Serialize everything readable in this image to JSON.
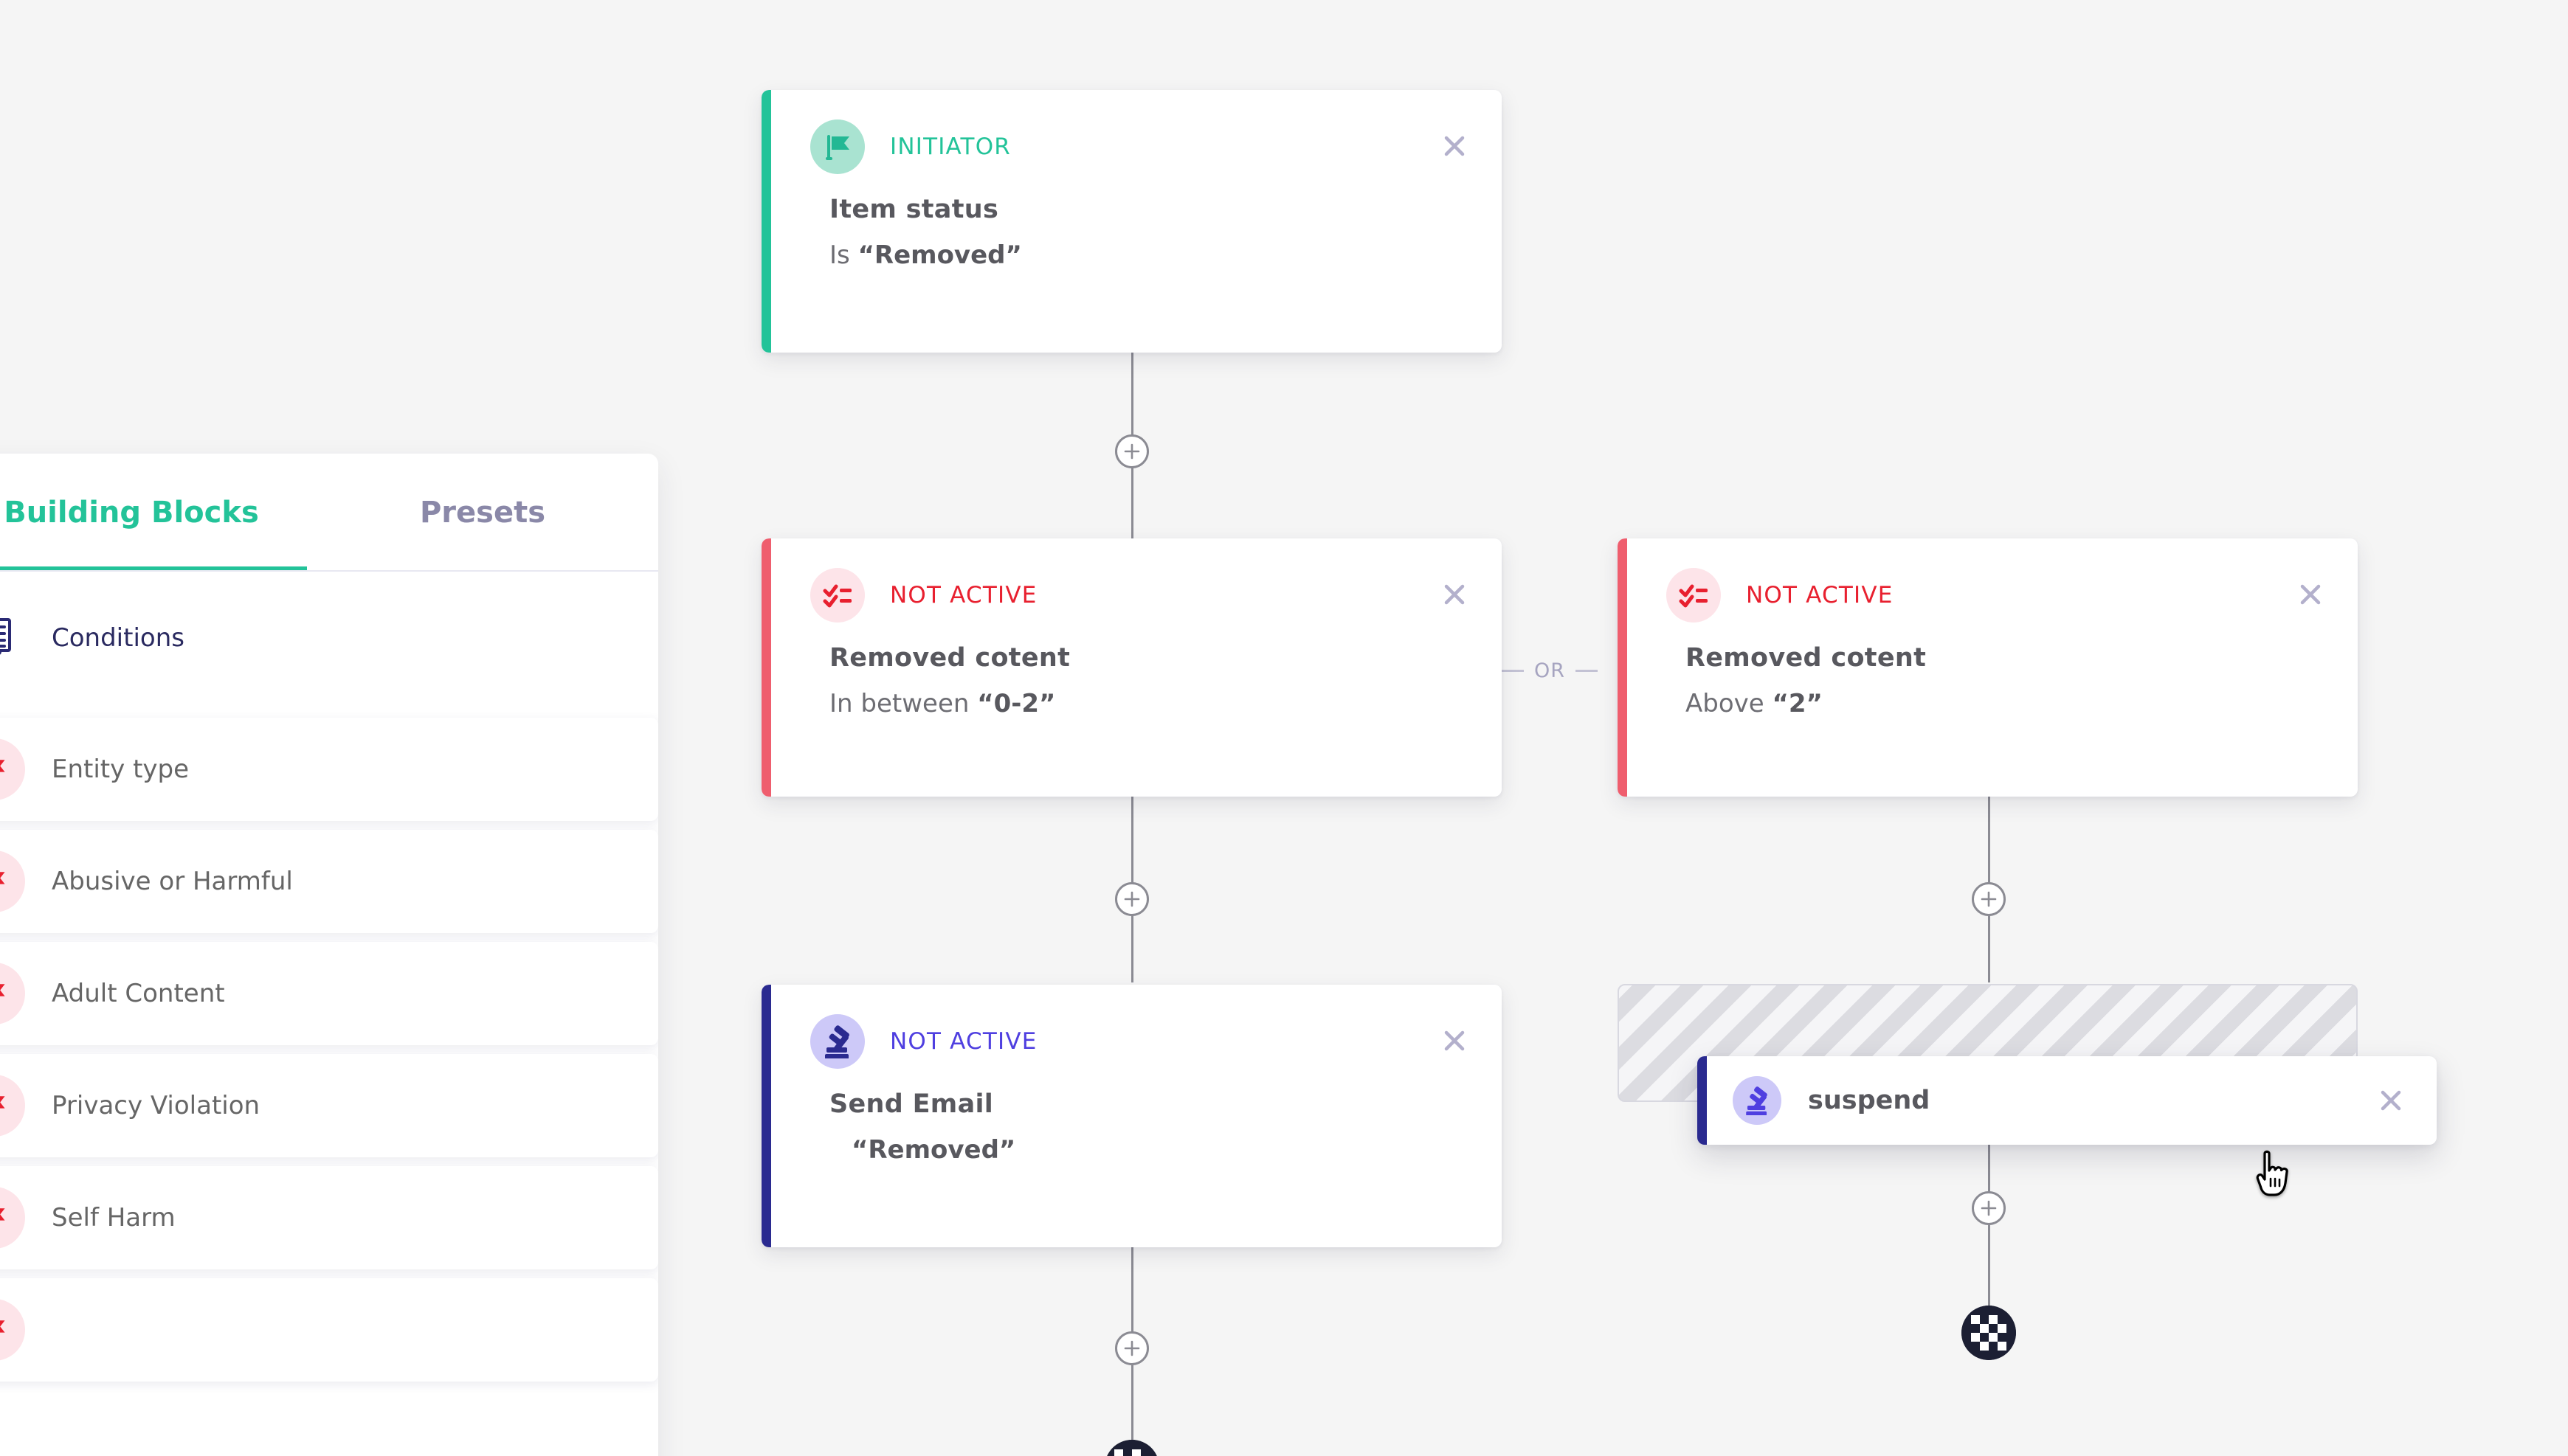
{
  "sidebar": {
    "tabs": [
      {
        "label": "Building Blocks",
        "active": true
      },
      {
        "label": "Presets",
        "active": false
      }
    ],
    "section": {
      "label": "Conditions",
      "icon": "documents-list-icon"
    },
    "items": [
      {
        "label": "Entity type",
        "icon": "red-flag-icon"
      },
      {
        "label": "Abusive or Harmful",
        "icon": "red-flag-icon"
      },
      {
        "label": "Adult Content",
        "icon": "red-flag-icon"
      },
      {
        "label": "Privacy Violation",
        "icon": "red-flag-icon"
      },
      {
        "label": "Self Harm",
        "icon": "red-flag-icon"
      },
      {
        "label": "",
        "icon": "red-flag-icon"
      }
    ]
  },
  "flow": {
    "initiator": {
      "status": "INITIATOR",
      "title": "Item status",
      "condition_prefix": "Is ",
      "condition_value": "“Removed”",
      "icon": "green-flag-icon",
      "accent": "#23c399",
      "status_color": "#23c399",
      "badge_bg": "#a9e3d1",
      "close": "×"
    },
    "condition_left": {
      "status": "NOT ACTIVE",
      "title": "Removed cotent",
      "condition_prefix": "In between ",
      "condition_value": "“0-2”",
      "icon": "checklist-icon",
      "accent": "#ef5e6e",
      "status_color": "#e8202f",
      "badge_bg": "#fde4e9",
      "close": "×"
    },
    "condition_right": {
      "status": "NOT ACTIVE",
      "title": "Removed cotent",
      "condition_prefix": "Above ",
      "condition_value": "“2”",
      "icon": "checklist-icon",
      "accent": "#ef5e6e",
      "status_color": "#e8202f",
      "badge_bg": "#fde4e9",
      "close": "×"
    },
    "action_left": {
      "status": "NOT ACTIVE",
      "title": "Send Email",
      "condition_prefix": "",
      "condition_value": "“Removed”",
      "icon": "gavel-icon",
      "accent": "#2a2a90",
      "status_color": "#4f3fe0",
      "badge_bg": "#cdc9f8",
      "close": "×"
    },
    "branch_operator": "OR",
    "dragging_card": {
      "label": "suspend",
      "icon": "gavel-icon",
      "accent": "#2a2a90",
      "badge_bg": "#cdc9f8",
      "close": "×"
    },
    "drop_placeholder": {
      "name": "drop-zone-hatched"
    },
    "add_node_symbol": "+",
    "end_node": "checkered-flag-node"
  },
  "colors": {
    "canvas_bg": "#f5f5f5",
    "connector": "#8b8b93",
    "or_line": "#c3c2d4",
    "green": "#23c399",
    "red": "#e8202f",
    "indigo": "#2a2a90",
    "violet": "#4f3fe0"
  }
}
